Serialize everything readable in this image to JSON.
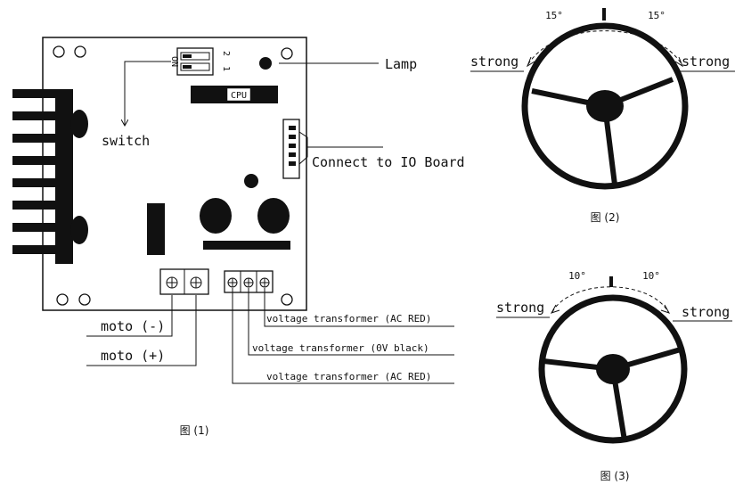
{
  "figure1": {
    "caption": "图 (1)",
    "labels": {
      "lamp": "Lamp",
      "switch": "switch",
      "connect": "Connect to IO Board",
      "cpu": "CPU",
      "dip_on": "ON",
      "dip_1": "1",
      "dip_2": "2",
      "moto_minus": "moto (-)",
      "moto_plus": "moto (+)",
      "vt_ac_red_top": "voltage transformer (AC RED)",
      "vt_0v_black": "voltage transformer (0V black)",
      "vt_ac_red_bottom": "voltage transformer (AC RED)"
    }
  },
  "figure2": {
    "caption": "图 (2)",
    "angle_left": "15°",
    "angle_right": "15°",
    "strong_left": "strong",
    "strong_right": "strong"
  },
  "figure3": {
    "caption": "图 (3)",
    "angle_left": "10°",
    "angle_right": "10°",
    "strong_left": "strong",
    "strong_right": "strong"
  }
}
